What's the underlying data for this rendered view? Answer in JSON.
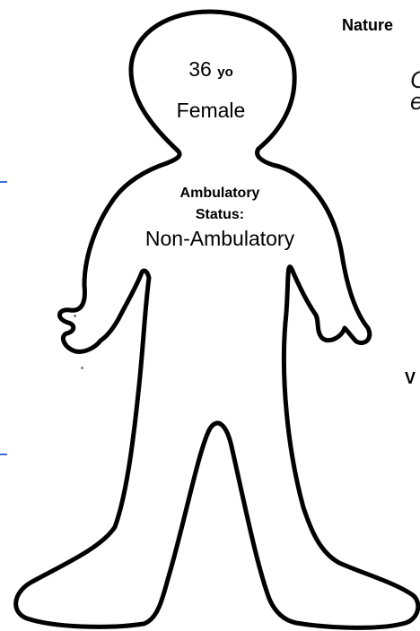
{
  "patient": {
    "age_value": "36",
    "age_unit": "yo",
    "sex": "Female"
  },
  "ambulatory": {
    "label_line1": "Ambulatory",
    "label_line2": "Status:",
    "value": "Non-Ambulatory"
  },
  "side_labels": {
    "nature": "Nature",
    "v": "V"
  },
  "cropped_glyphs": {
    "line1": "C",
    "line2": "e"
  },
  "colors": {
    "outline": "#000000",
    "accent_tick": "#3b6fd6",
    "background": "#ffffff"
  }
}
